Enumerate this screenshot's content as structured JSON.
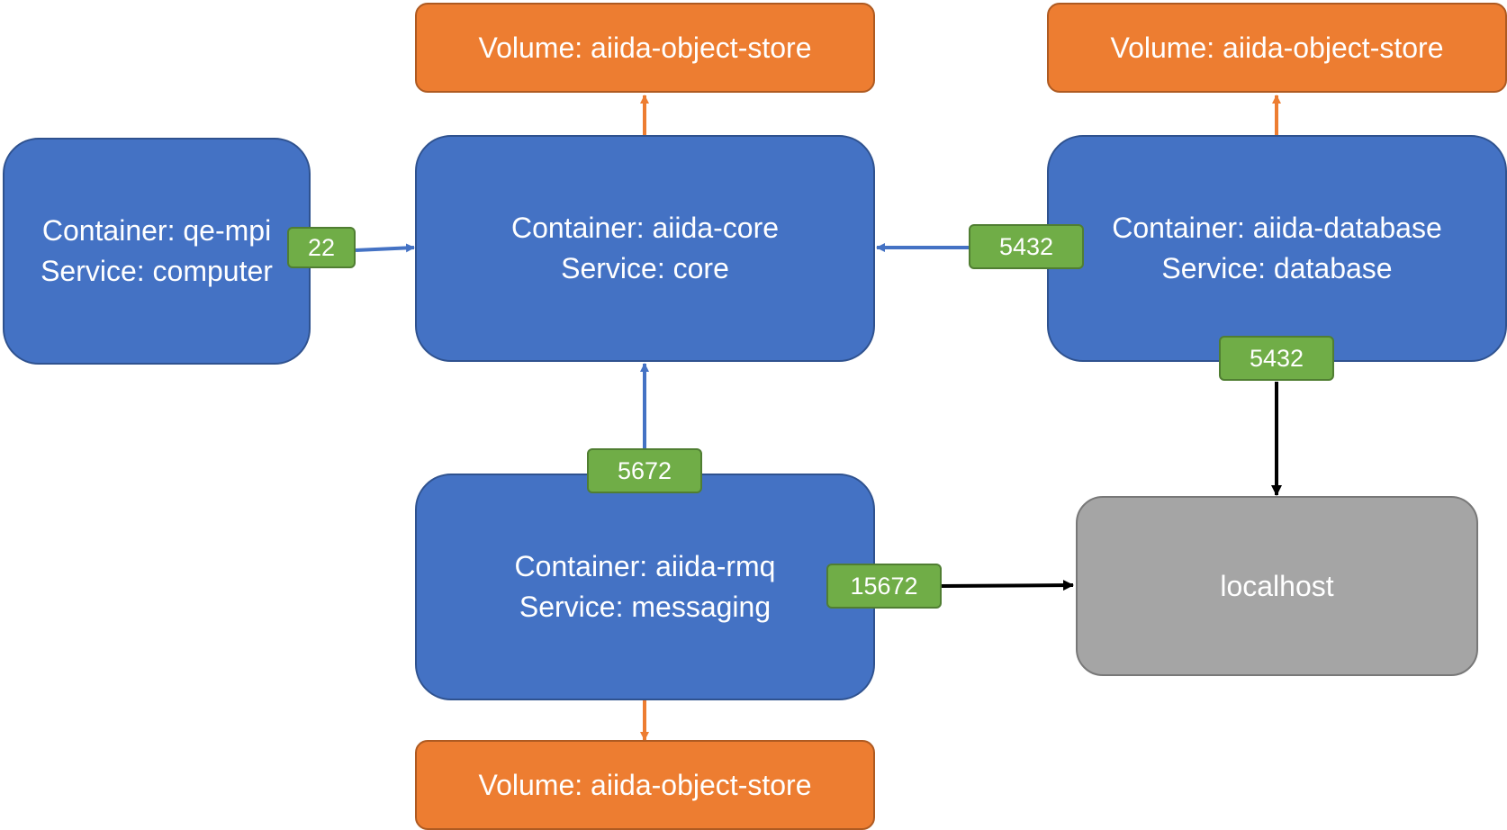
{
  "volumes": {
    "core": "Volume: aiida-object-store",
    "database": "Volume: aiida-object-store",
    "rmq": "Volume: aiida-object-store"
  },
  "containers": {
    "qe_mpi": {
      "line1": "Container: qe-mpi",
      "line2": "Service: computer"
    },
    "core": {
      "line1": "Container: aiida-core",
      "line2": "Service: core"
    },
    "database": {
      "line1": "Container: aiida-database",
      "line2": "Service: database"
    },
    "rmq": {
      "line1": "Container: aiida-rmq",
      "line2": "Service: messaging"
    }
  },
  "host": {
    "label": "localhost"
  },
  "ports": {
    "qe_mpi": "22",
    "database_to_core": "5432",
    "database_to_host": "5432",
    "rmq_to_core": "5672",
    "rmq_to_host": "15672"
  },
  "colors": {
    "container": "#4472c4",
    "volume": "#ed7d31",
    "port": "#70ad47",
    "host": "#a5a5a5",
    "arrow_blue": "#4472c4",
    "arrow_orange": "#ed7d31",
    "arrow_black": "#000000"
  }
}
